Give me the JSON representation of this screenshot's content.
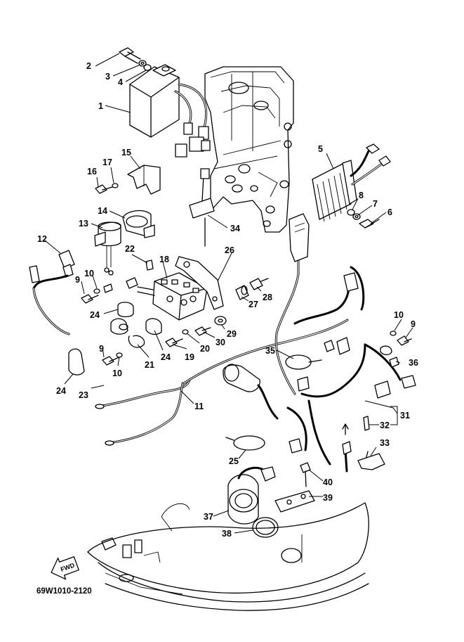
{
  "diagram": {
    "caption": "69W1010-2120",
    "fwd_label": "FWD",
    "callouts": [
      "1",
      "2",
      "3",
      "4",
      "5",
      "6",
      "7",
      "8",
      "9",
      "10",
      "11",
      "12",
      "13",
      "14",
      "15",
      "16",
      "17",
      "18",
      "19",
      "20",
      "21",
      "22",
      "23",
      "24",
      "25",
      "26",
      "27",
      "28",
      "29",
      "30",
      "31",
      "32",
      "33",
      "34",
      "35",
      "36",
      "37",
      "38",
      "39",
      "40"
    ],
    "repeat_labels": {
      "p9b": "9",
      "p9c": "9",
      "p10b": "10",
      "p10c": "10",
      "p24b": "24",
      "p24c": "24"
    }
  }
}
